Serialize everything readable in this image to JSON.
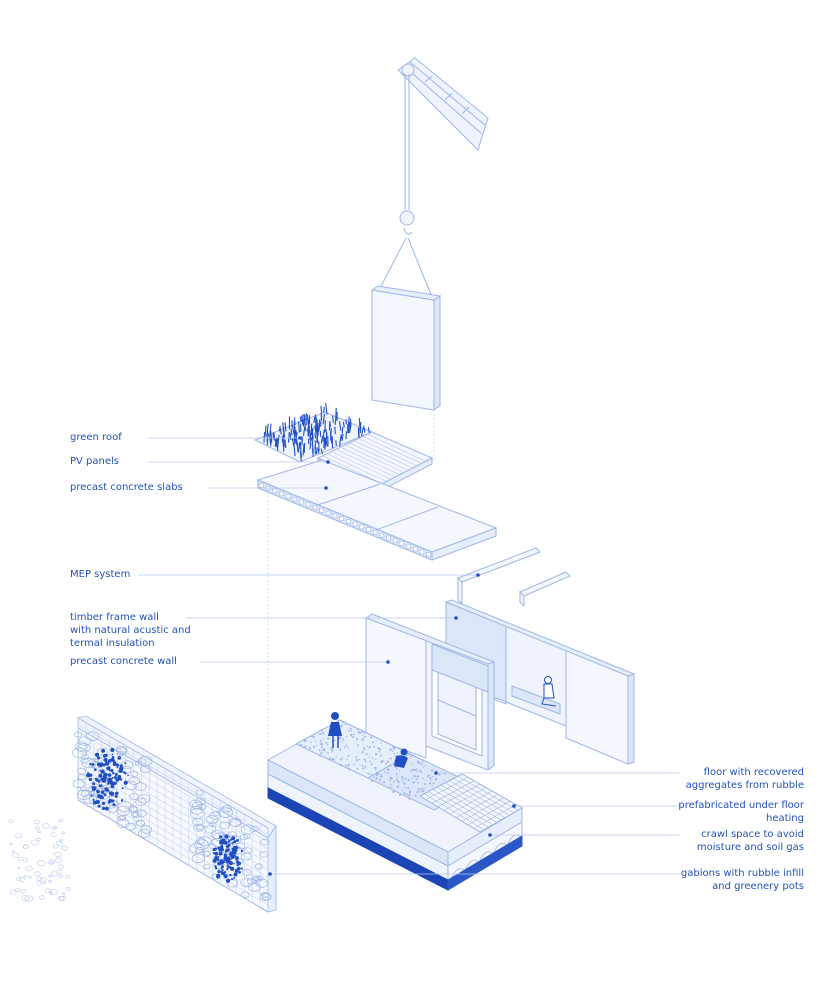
{
  "colors": {
    "accent": "#1f4fc2",
    "line": "#9fb6e6",
    "fill_light": "#eef3fc",
    "fill_mid": "#dbe6f8",
    "leader": "#b9c9ec",
    "deep": "#1b45b5"
  },
  "labels_left": [
    {
      "id": "green-roof",
      "text": "green roof"
    },
    {
      "id": "pv-panels",
      "text": "PV panels"
    },
    {
      "id": "precast-concrete-slabs",
      "text": "precast concrete slabs"
    },
    {
      "id": "mep-system",
      "text": "MEP system"
    },
    {
      "id": "timber-frame-wall",
      "text": "timber frame wall\nwith natural acustic and\ntermal insulation"
    },
    {
      "id": "precast-concrete-wall",
      "text": "precast concrete wall"
    }
  ],
  "labels_right": [
    {
      "id": "floor-recovered-aggregates",
      "text": "floor with recovered\naggregates from rubble"
    },
    {
      "id": "prefabricated-under-floor-heating",
      "text": "prefabricated under floor\nheating"
    },
    {
      "id": "crawl-space",
      "text": "crawl space to avoid\nmoisture and soil gas"
    },
    {
      "id": "gabions-rubble-infill",
      "text": "gabions with rubble infill\nand greenery pots"
    }
  ]
}
